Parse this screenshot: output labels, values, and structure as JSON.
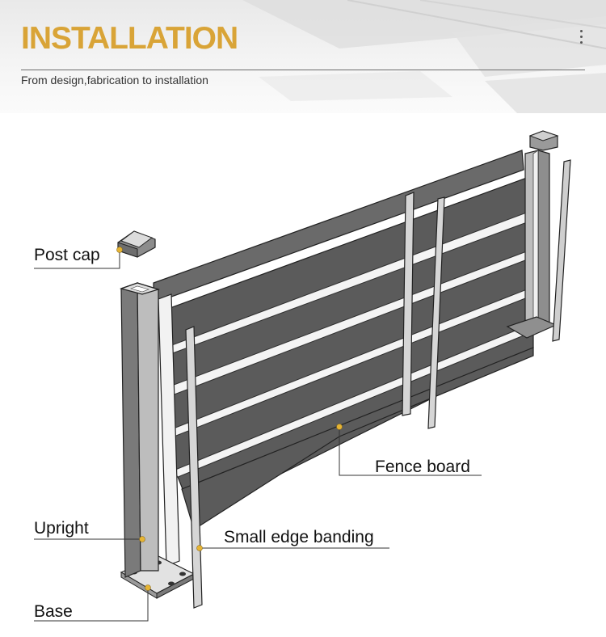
{
  "header": {
    "title": "INSTALLATION",
    "subtitle": "From design,fabrication to installation",
    "accent_color": "#d9a437",
    "menu_icon": "vertical-dots-icon"
  },
  "labels": {
    "post_cap": "Post cap",
    "fence_board": "Fence board",
    "upright": "Upright",
    "small_edge_banding": "Small edge banding",
    "base": "Base"
  }
}
